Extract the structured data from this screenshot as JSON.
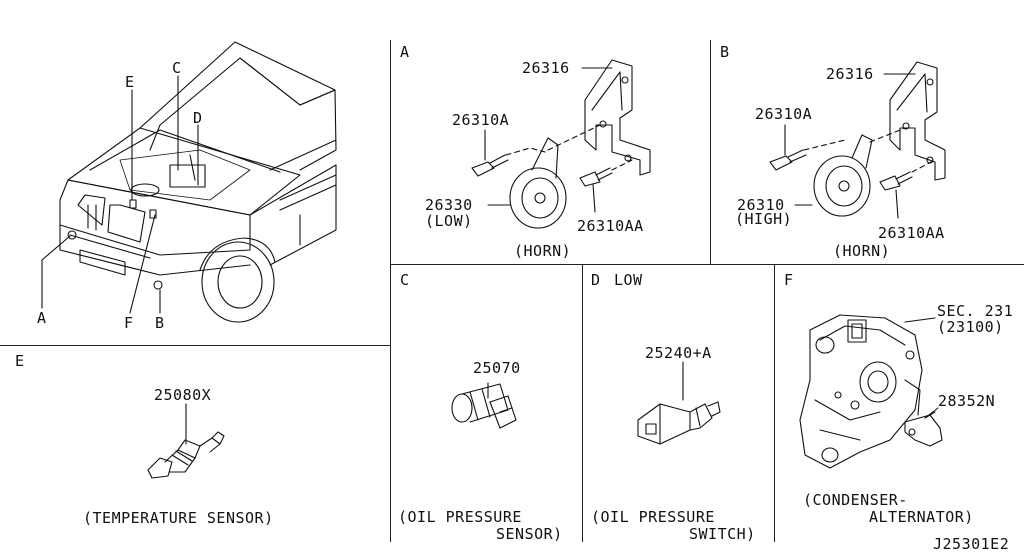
{
  "diagram_id": "J25301E2",
  "vehicle_panel": {
    "callouts": [
      "A",
      "B",
      "C",
      "D",
      "E",
      "F"
    ]
  },
  "panels": {
    "A": {
      "letter": "A",
      "parts": [
        "26316",
        "26310A",
        "26330",
        "(LOW)",
        "26310AA"
      ],
      "caption": "(HORN)"
    },
    "B": {
      "letter": "B",
      "parts": [
        "26316",
        "26310A",
        "26310",
        "(HIGH)",
        "26310AA"
      ],
      "caption": "(HORN)"
    },
    "C": {
      "letter": "C",
      "parts": [
        "25070"
      ],
      "caption_line1": "(OIL PRESSURE",
      "caption_line2": "SENSOR)"
    },
    "D": {
      "letter": "D",
      "title": "LOW",
      "parts": [
        "25240+A"
      ],
      "caption_line1": "(OIL PRESSURE",
      "caption_line2": "SWITCH)"
    },
    "E": {
      "letter": "E",
      "parts": [
        "25080X"
      ],
      "caption": "(TEMPERATURE SENSOR)"
    },
    "F": {
      "letter": "F",
      "parts": [
        "SEC. 231",
        "(23100)",
        "28352N"
      ],
      "caption_line1": "(CONDENSER-",
      "caption_line2": "ALTERNATOR)"
    }
  }
}
